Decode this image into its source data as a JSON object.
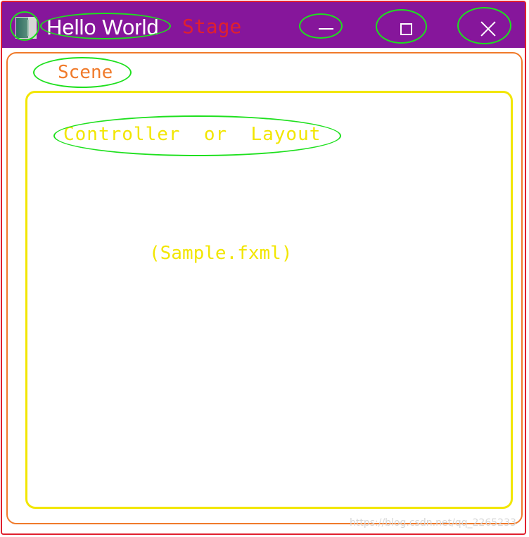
{
  "window": {
    "title": "Hello World",
    "icon": "app-window-icon"
  },
  "labels": {
    "stage": "Stage",
    "scene": "Scene",
    "controller": "Controller  or  Layout",
    "fxml": "(Sample.fxml)"
  },
  "controls": {
    "minimize": "minimize-icon",
    "maximize": "maximize-icon",
    "close": "close-icon"
  },
  "watermark": "https://blog.csdn.net/qq_2265233",
  "colors": {
    "titlebar": "#86169b",
    "stage": "#e0202e",
    "scene": "#f07a2a",
    "controller": "#f2e600",
    "highlight": "#1ee01e"
  }
}
